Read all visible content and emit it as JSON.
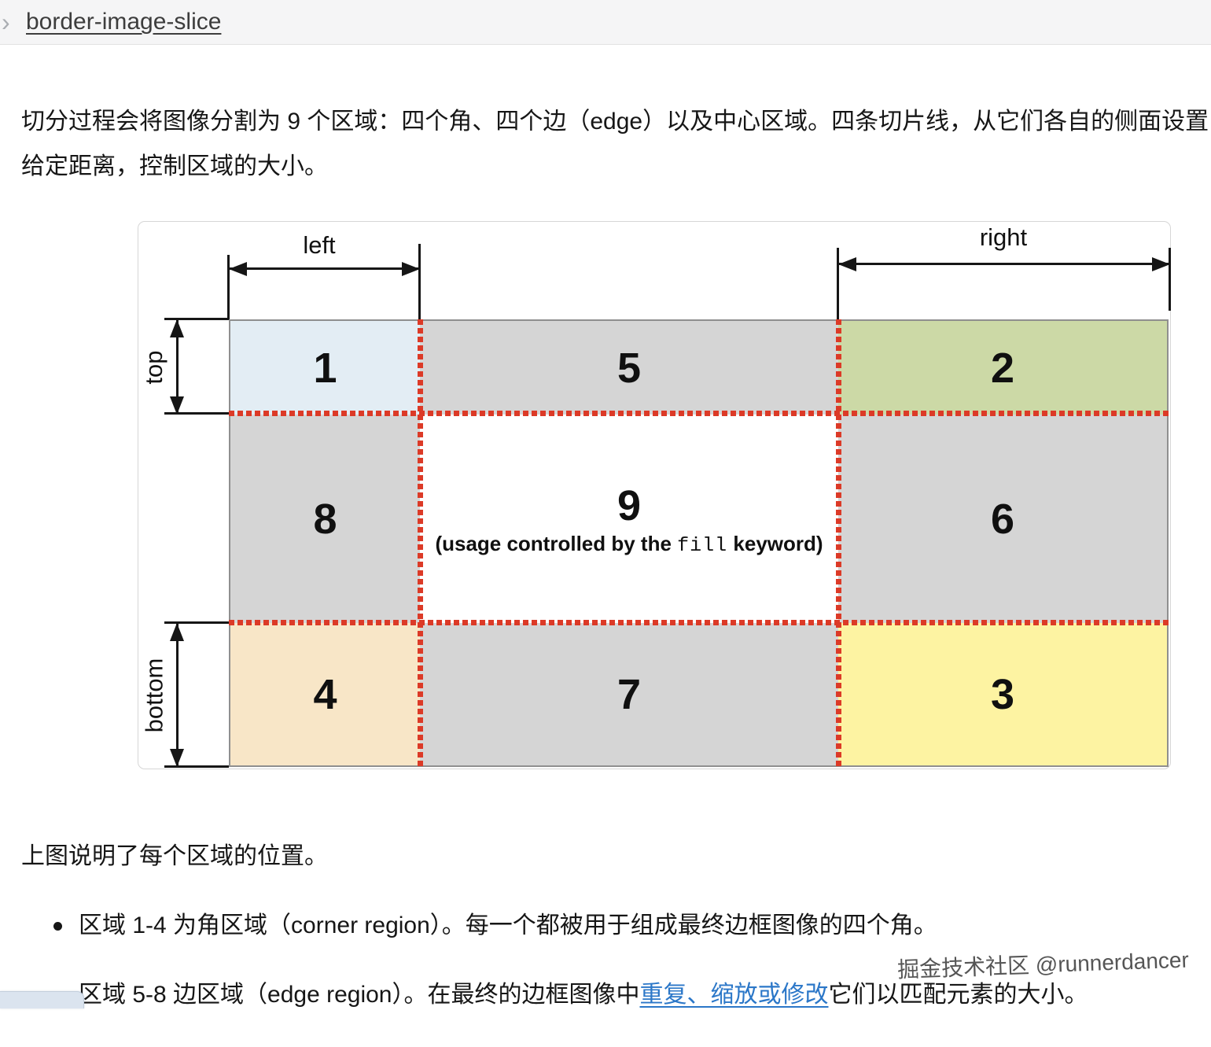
{
  "breadcrumb": {
    "title": "border-image-slice"
  },
  "intro": "切分过程会将图像分割为 9 个区域：四个角、四个边（edge）以及中心区域。四条切片线，从它们各自的侧面设置给定距离，控制区域的大小。",
  "diagram": {
    "labels": {
      "left": "left",
      "right": "right",
      "top": "top",
      "bottom": "bottom"
    },
    "slice_line_color": "#dc3a27",
    "cells": [
      {
        "region": "1",
        "label": "1",
        "color": "#e3edf4"
      },
      {
        "region": "5",
        "label": "5",
        "color": "#d5d5d5"
      },
      {
        "region": "2",
        "label": "2",
        "color": "#ccd9a6"
      },
      {
        "region": "8",
        "label": "8",
        "color": "#d5d5d5"
      },
      {
        "region": "9",
        "label": "9",
        "color": "#ffffff",
        "caption_pre": "(usage controlled by the ",
        "caption_code": "fill",
        "caption_post": " keyword)"
      },
      {
        "region": "6",
        "label": "6",
        "color": "#d5d5d5"
      },
      {
        "region": "4",
        "label": "4",
        "color": "#f8e6c7"
      },
      {
        "region": "7",
        "label": "7",
        "color": "#d5d5d5"
      },
      {
        "region": "3",
        "label": "3",
        "color": "#fdf3a2"
      }
    ]
  },
  "figure_note": "上图说明了每个区域的位置。",
  "bullets": {
    "corner": "区域 1-4 为角区域（corner region）。每一个都被用于组成最终边框图像的四个角。",
    "edge_pre": "区域 5-8 边区域（edge region）。在最终的边框图像中",
    "edge_link": "重复、缩放或修改",
    "edge_post": "它们以匹配元素的大小。"
  },
  "colors": {
    "link": "#2b77c8",
    "header_bg": "#f5f5f6"
  },
  "watermark": "掘金技术社区 @runnerdancer"
}
